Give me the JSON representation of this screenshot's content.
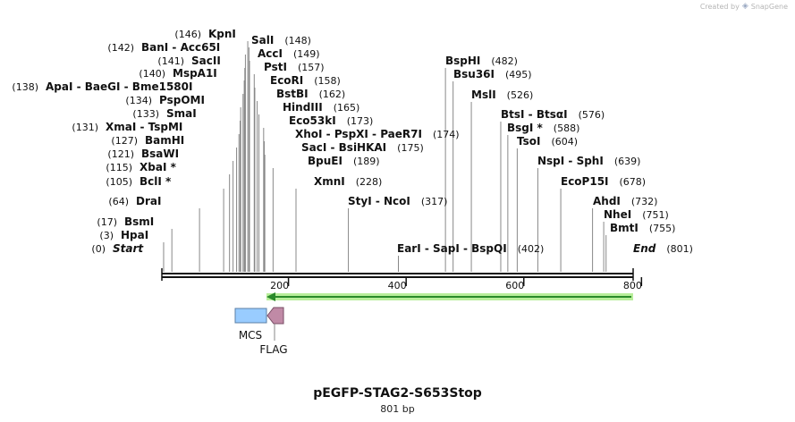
{
  "credit": {
    "text": "Created by",
    "brand": "SnapGene",
    "icon": "snapgene-logo-icon"
  },
  "plasmid": {
    "name": "pEGFP-STAG2-S653Stop",
    "length_label": "801 bp",
    "length_bp": 801
  },
  "ruler": {
    "ticks": [
      200,
      400,
      600,
      800
    ]
  },
  "enzymes": [
    {
      "pos": 0,
      "name": "Start",
      "italic": true
    },
    {
      "pos": 3,
      "name": "HpaI"
    },
    {
      "pos": 17,
      "name": "BsmI"
    },
    {
      "pos": 64,
      "name": "DraI"
    },
    {
      "pos": 105,
      "name": "BclI *"
    },
    {
      "pos": 115,
      "name": "XbaI *"
    },
    {
      "pos": 121,
      "name": "BsaWI"
    },
    {
      "pos": 127,
      "name": "BamHI"
    },
    {
      "pos": 131,
      "name": "XmaI  -  TspMI"
    },
    {
      "pos": 133,
      "name": "SmaI"
    },
    {
      "pos": 134,
      "name": "PspOMI"
    },
    {
      "pos": 138,
      "name": "ApaI  -  BaeGI  -  Bme1580I"
    },
    {
      "pos": 140,
      "name": "MspA1I"
    },
    {
      "pos": 141,
      "name": "SacII"
    },
    {
      "pos": 142,
      "name": "BanI  -  Acc65I"
    },
    {
      "pos": 146,
      "name": "KpnI"
    },
    {
      "pos": 148,
      "name": "SalI"
    },
    {
      "pos": 149,
      "name": "AccI"
    },
    {
      "pos": 157,
      "name": "PstI"
    },
    {
      "pos": 158,
      "name": "EcoRI"
    },
    {
      "pos": 162,
      "name": "BstBI"
    },
    {
      "pos": 165,
      "name": "HindIII"
    },
    {
      "pos": 173,
      "name": "Eco53kI"
    },
    {
      "pos": 174,
      "name": "XhoI  -  PspXI  -  PaeR7I"
    },
    {
      "pos": 175,
      "name": "SacI  -  BsiHKAI"
    },
    {
      "pos": 189,
      "name": "BpuEI"
    },
    {
      "pos": 228,
      "name": "XmnI"
    },
    {
      "pos": 317,
      "name": "StyI  -  NcoI"
    },
    {
      "pos": 402,
      "name": "EarI  -  SapI  -  BspQI"
    },
    {
      "pos": 482,
      "name": "BspHI"
    },
    {
      "pos": 495,
      "name": "Bsu36I"
    },
    {
      "pos": 526,
      "name": "MslI"
    },
    {
      "pos": 576,
      "name": "BtsI  -  BtsαI"
    },
    {
      "pos": 588,
      "name": "BsgI *"
    },
    {
      "pos": 604,
      "name": "TsoI"
    },
    {
      "pos": 639,
      "name": "NspI  -  SphI"
    },
    {
      "pos": 678,
      "name": "EcoP15I"
    },
    {
      "pos": 732,
      "name": "AhdI"
    },
    {
      "pos": 751,
      "name": "NheI"
    },
    {
      "pos": 755,
      "name": "BmtI"
    },
    {
      "pos": 801,
      "name": "End",
      "italic": true
    }
  ],
  "features": [
    {
      "name": "MCS",
      "color": "#99ccff",
      "stroke": "#5b7fa6"
    },
    {
      "name": "FLAG",
      "color": "#c08aa6",
      "stroke": "#7a4d66"
    },
    {
      "name": "",
      "color": "#2a8a2a",
      "glow": "#b8ee9a"
    }
  ],
  "colors": {
    "backbone": "#111111",
    "leader": "#888888",
    "text": "#111111"
  }
}
